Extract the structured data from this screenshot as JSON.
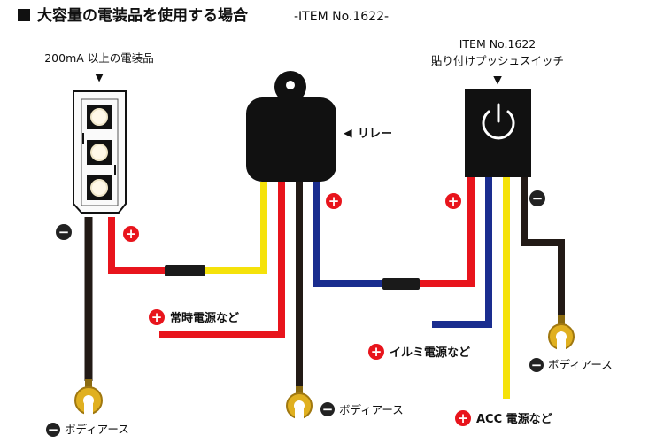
{
  "title": {
    "main": "大容量の電装品を使用する場合",
    "item": "-ITEM No.1622-"
  },
  "labels": {
    "load": "200mA 以上の電装品",
    "relay": "リレー",
    "switch_item": "ITEM No.1622",
    "switch_name": "貼り付けプッシュスイッチ",
    "constant_power": "常時電源など",
    "illumi_power": "イルミ電源など",
    "acc_power": "ACC 電源など",
    "body_earth_1": "ボディアース",
    "body_earth_2": "ボディアース",
    "body_earth_3": "ボディアース"
  },
  "symbols": {
    "plus": "+",
    "minus": "−",
    "arrow_down": "▼",
    "arrow_left": "◀"
  },
  "colors": {
    "red_wire": "#e8141c",
    "yellow_wire": "#f5e20a",
    "blue_wire": "#1a2d8f",
    "black_wire": "#221a16",
    "plus_badge": "#e8141c",
    "minus_badge": "#222222",
    "terminal_gold": "#e0b020"
  }
}
